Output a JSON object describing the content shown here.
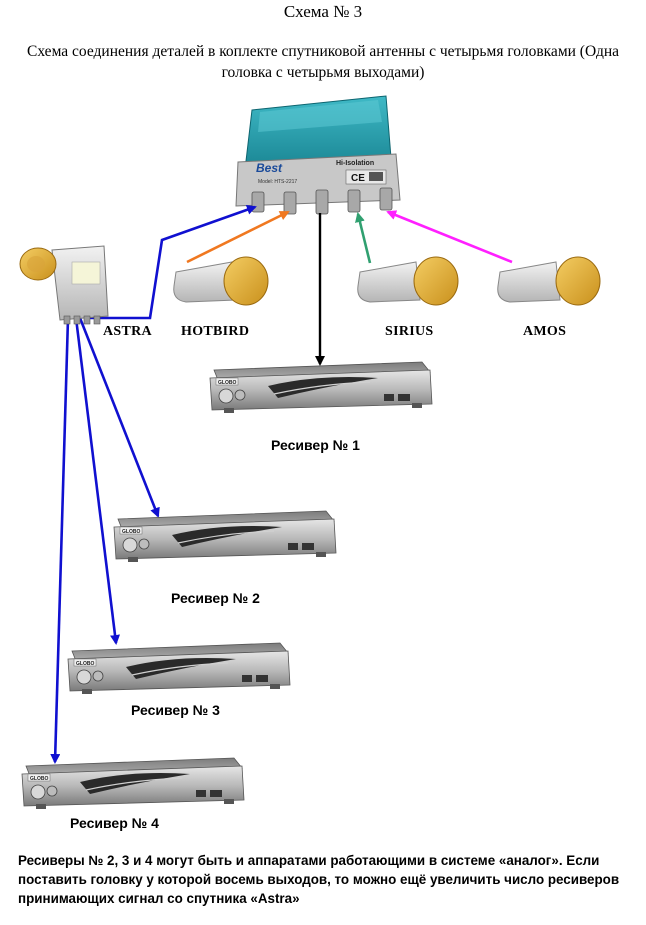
{
  "title": "Схема № 3",
  "subtitle": "Схема соединения деталей в коплекте спутниковой антенны с четырьмя головками (Одна головка с четырьмя выходами)",
  "diseqc": {
    "brand": "Best",
    "label": "Hi-Isolation",
    "model_text": "Model: HTS-2217",
    "ce_mark": "CE"
  },
  "lnbs": [
    {
      "name": "ASTRA"
    },
    {
      "name": "HOTBIRD"
    },
    {
      "name": "SIRIUS"
    },
    {
      "name": "AMOS"
    }
  ],
  "receivers": [
    {
      "label": "Ресивер № 1"
    },
    {
      "label": "Ресивер № 2"
    },
    {
      "label": "Ресивер № 3"
    },
    {
      "label": "Ресивер № 4"
    }
  ],
  "receiver_brand": "GLOBO",
  "footnote": "Ресиверы №  2, 3 и 4 могут быть и аппаратами работающими в системе «аналог». Если поставить головку у которой восемь выходов, то можно ещё увеличить число ресиверов принимающих сигнал со спутника «Astra»",
  "colors": {
    "astra_cable": "#1010d0",
    "hotbird_cable": "#f07820",
    "sirius_cable": "#30a070",
    "amos_cable": "#ff20ff",
    "output_cable": "#000000",
    "diseqc_body": "#1a98a8",
    "lnb_cap": "#e8b23a"
  }
}
